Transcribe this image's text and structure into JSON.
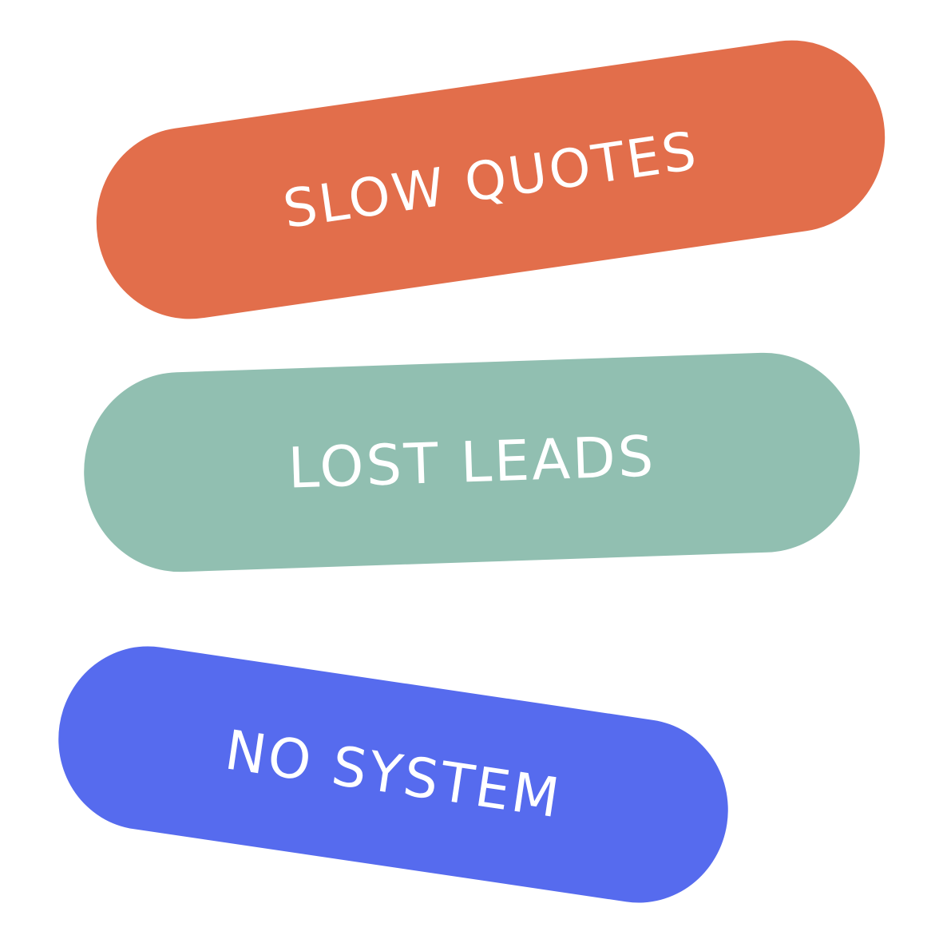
{
  "colors": {
    "background": "#ffffff",
    "text": "#ffffff",
    "orange": "#e26e4b",
    "sage": "#91bfb1",
    "blue": "#566bee"
  },
  "pills": [
    {
      "label": "SLOW QUOTES",
      "color": "#e26e4b"
    },
    {
      "label": "LOST LEADS",
      "color": "#91bfb1"
    },
    {
      "label": "NO SYSTEM",
      "color": "#566bee"
    }
  ]
}
